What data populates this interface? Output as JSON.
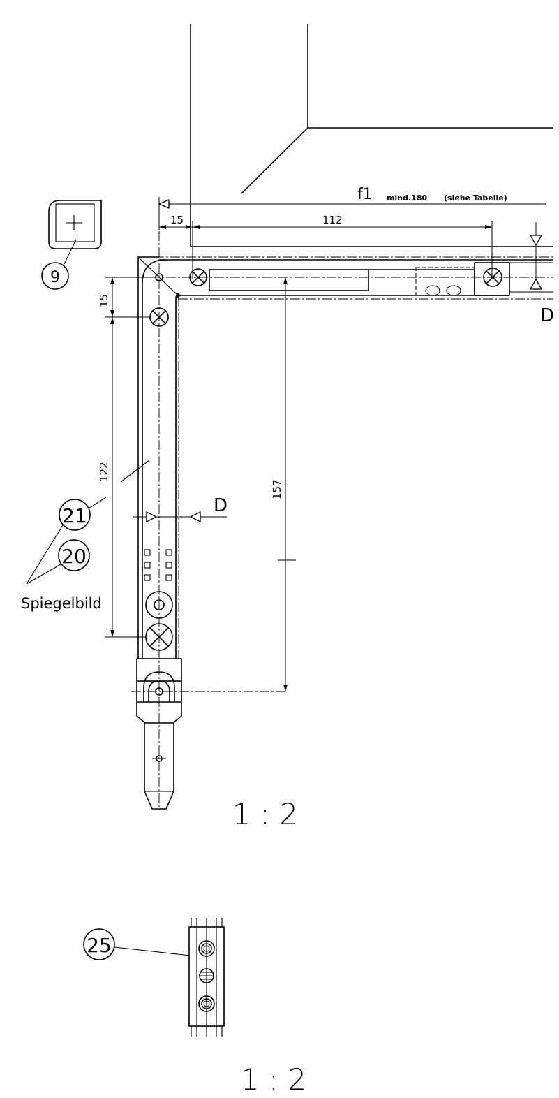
{
  "dimensions": {
    "f1": "f1",
    "f1_note": "mind.180",
    "f1_ref": "(siehe Tabelle)",
    "d15_top": "15",
    "d112": "112",
    "d15_left": "15",
    "d122": "122",
    "d157": "157"
  },
  "section_marks": {
    "top_right": "D",
    "left": "D"
  },
  "callouts": {
    "c9": "9",
    "c21": "21",
    "c20": "20",
    "c25": "25",
    "mirror_label": "Spiegelbild"
  },
  "scales": {
    "main": "1 : 2",
    "detail": "1 : 2"
  }
}
